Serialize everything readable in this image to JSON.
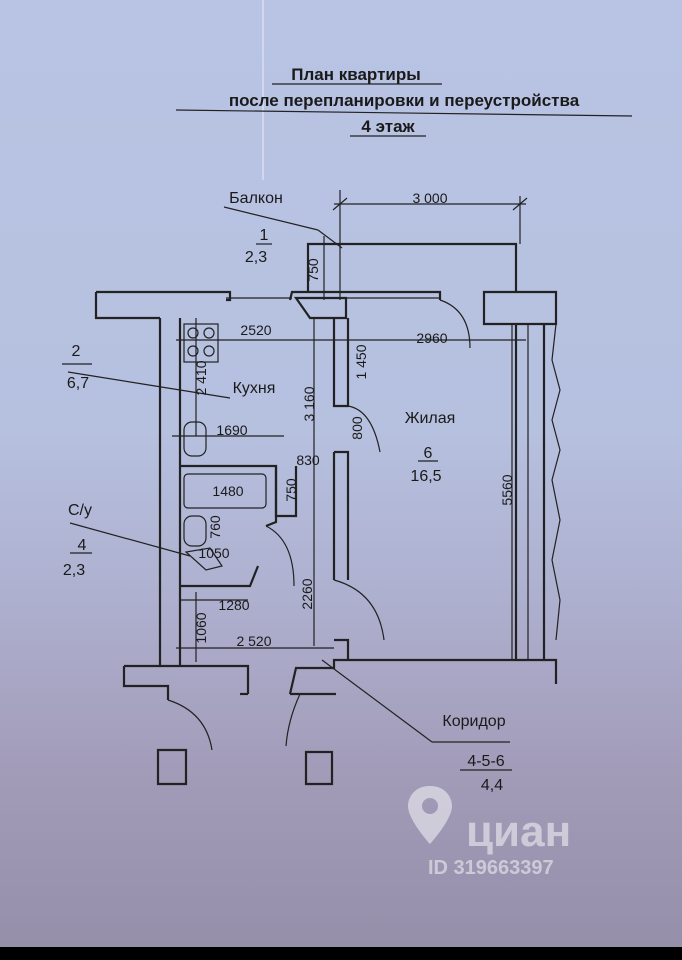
{
  "title": {
    "line1": "План квартиры",
    "line2": "после перепланировки и переустройства",
    "line3": "4 этаж"
  },
  "rooms": {
    "balcony": {
      "label": "Балкон",
      "number": "1",
      "area": "2,3"
    },
    "kitchen": {
      "label": "Кухня",
      "number": "2",
      "area": "6,7"
    },
    "living": {
      "label": "Жилая",
      "number": "6",
      "area": "16,5"
    },
    "bathroom": {
      "label": "С/у",
      "number": "4",
      "area": "2,3"
    },
    "corridor": {
      "label": "Коридор",
      "number": "4-5-6",
      "area": "4,4"
    }
  },
  "dimensions": {
    "balcony_width": "3 000",
    "balcony_depth": "750",
    "kitchen_width": "2520",
    "living_width": "2960",
    "wall_1450": "1 450",
    "kitchen_2410": "2 410",
    "kitchen_3160": "3 160",
    "door_800": "800",
    "d_1690": "1690",
    "d_830": "830",
    "d_1480": "1480",
    "d_750": "750",
    "d_760": "760",
    "d_1050": "1050",
    "d_1280": "1280",
    "d_1060": "1060",
    "corridor_2260": "2260",
    "corridor_2520": "2 520",
    "living_5560": "5560"
  },
  "watermark": {
    "brand": "циан",
    "id": "ID 319663397"
  }
}
